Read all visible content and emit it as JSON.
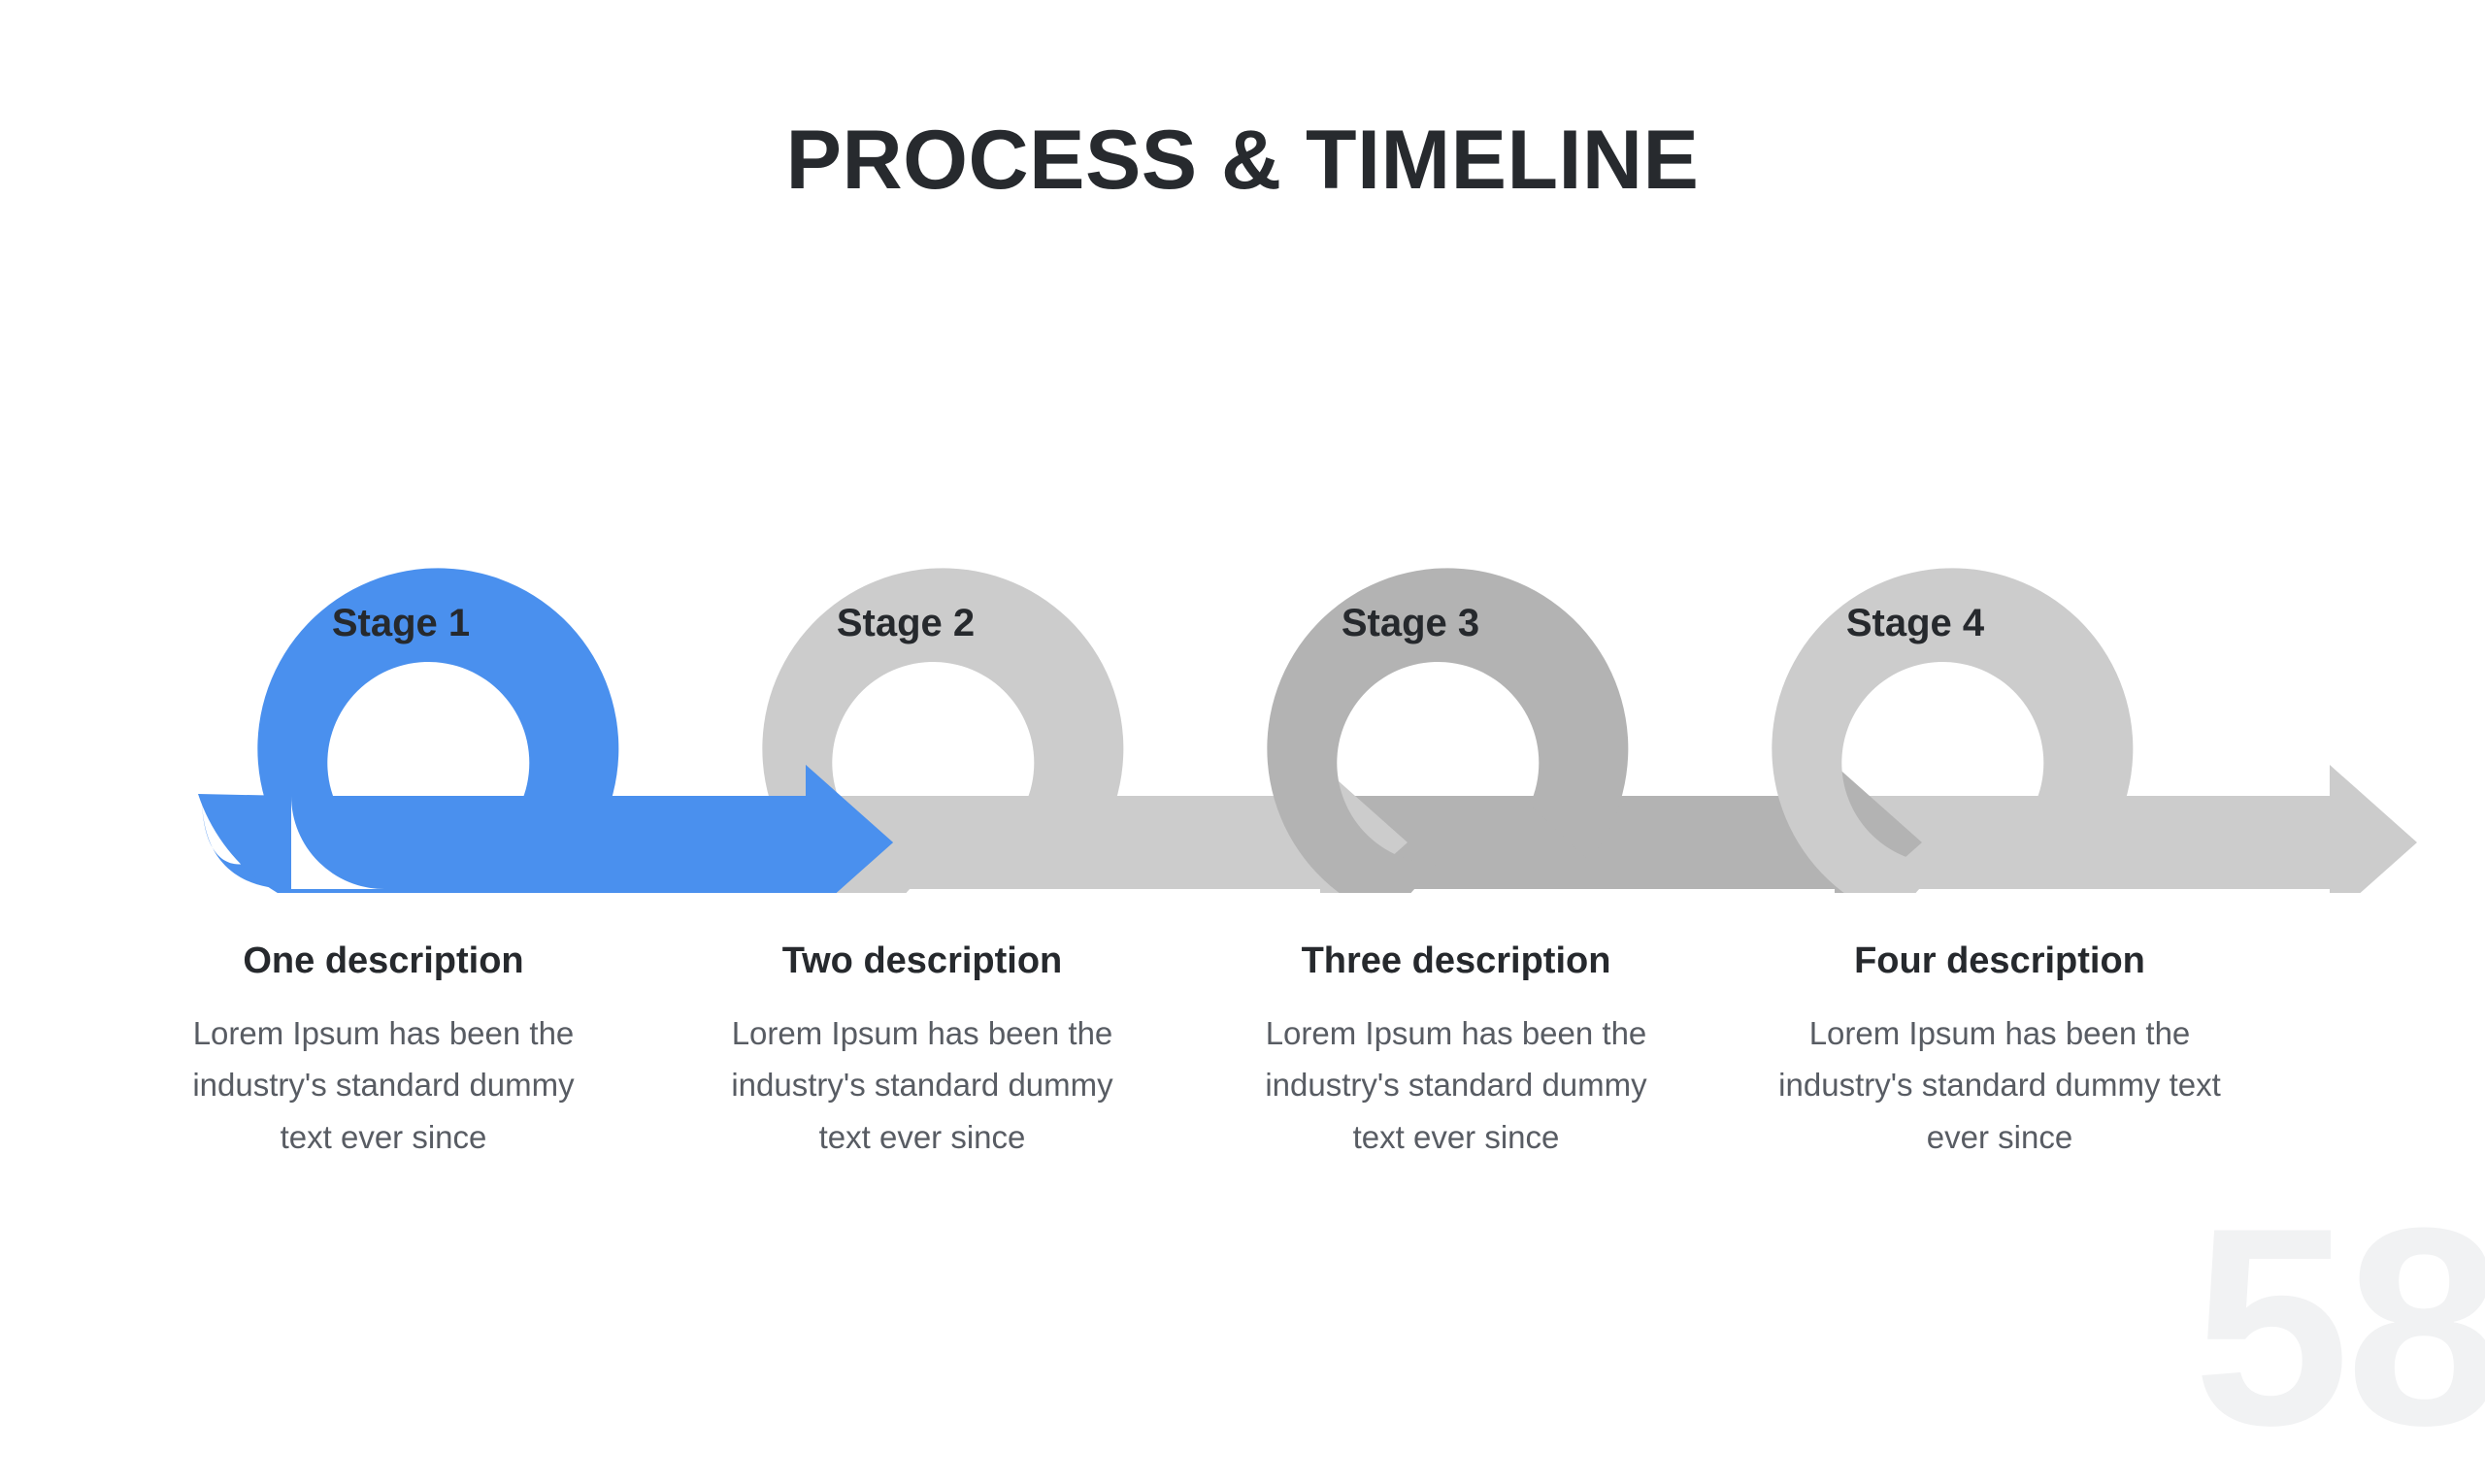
{
  "slide": {
    "title": "PROCESS & TIMELINE",
    "page_number": "58",
    "background_color": "#ffffff"
  },
  "colors": {
    "accent_blue": "#4a90ee",
    "gray_light": "#cccccc",
    "gray_medium": "#b3b3b3",
    "title_text": "#272a2e",
    "body_text": "#585c63",
    "page_number": "#f1f2f3"
  },
  "chart_data": {
    "type": "process-timeline",
    "title": "PROCESS & TIMELINE",
    "orientation": "horizontal",
    "step_count": 4,
    "steps": [
      {
        "index": 1,
        "stage_label": "Stage 1",
        "ring_color": "#4a90ee",
        "arrow_color": "#4a90ee",
        "highlighted": true,
        "desc_title": "One description",
        "desc_body": "Lorem Ipsum has been the industry's standard dummy text ever since"
      },
      {
        "index": 2,
        "stage_label": "Stage 2",
        "ring_color": "#cccccc",
        "arrow_color": "#cccccc",
        "highlighted": false,
        "desc_title": "Two description",
        "desc_body": "Lorem Ipsum has been the industry's standard dummy text ever since"
      },
      {
        "index": 3,
        "stage_label": "Stage 3",
        "ring_color": "#b3b3b3",
        "arrow_color": "#b3b3b3",
        "highlighted": false,
        "desc_title": "Three description",
        "desc_body": "Lorem Ipsum has been the industry's standard dummy text ever since"
      },
      {
        "index": 4,
        "stage_label": "Stage 4",
        "ring_color": "#cccccc",
        "arrow_color": "#cccccc",
        "highlighted": false,
        "desc_title": "Four description",
        "desc_body": "Lorem Ipsum has been the industry's standard dummy text ever since"
      }
    ]
  }
}
